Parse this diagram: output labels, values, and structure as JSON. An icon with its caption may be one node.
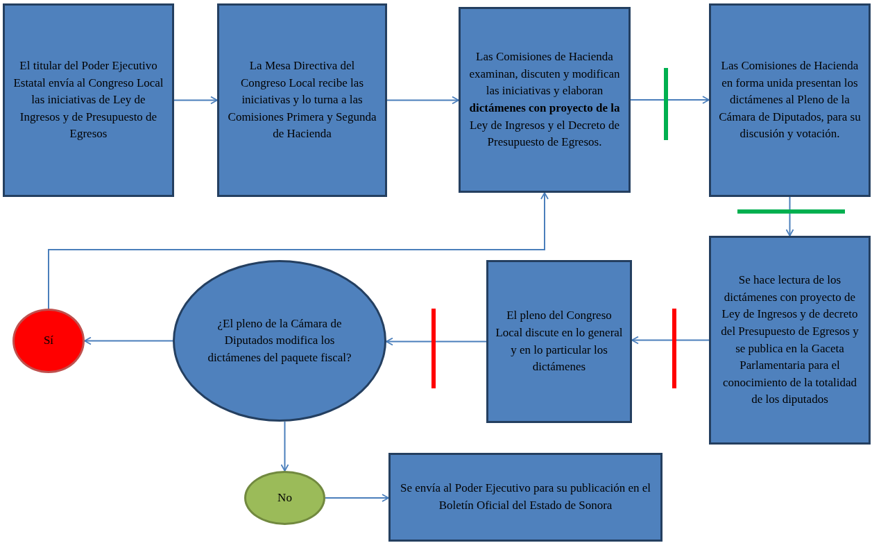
{
  "diagram": {
    "nodes": [
      {
        "text": [
          "El titular del Poder Ejecutivo Estatal envía al Congreso Local las iniciativas de Ley de Ingresos y de Presupuesto de Egresos"
        ]
      },
      {
        "text": [
          "La Mesa Directiva del Congreso Local recibe las iniciativas y lo turna a las Comisiones Primera y Segunda de Hacienda"
        ]
      },
      {
        "text": [
          "Las Comisiones de Hacienda examinan, discuten y modifican las iniciativas y elaboran **dictámenes con proyecto de la** Ley de Ingresos y el Decreto de Presupuesto de Egresos."
        ]
      },
      {
        "text": [
          "Las Comisiones de Hacienda en forma unida presentan los dictámenes al Pleno de la Cámara de Diputados, para su discusión y votación."
        ]
      },
      {
        "text": [
          "Se hace lectura de los dictámenes con proyecto de Ley de Ingresos y de decreto del Presupuesto de Egresos y se publica en la Gaceta Parlamentaria para el conocimiento de la totalidad de los diputados"
        ]
      },
      {
        "text": [
          "El pleno del Congreso Local discute en lo general y en lo particular los dictámenes"
        ]
      },
      {
        "text": [
          "¿El pleno de la Cámara de Diputados modifica los dictámenes del paquete fiscal?"
        ]
      },
      {
        "text": [
          "Sí"
        ]
      },
      {
        "text": [
          "No"
        ]
      },
      {
        "text": [
          "Se envía al Poder Ejecutivo para su publicación en el Boletín Oficial del Estado de Sonora"
        ]
      }
    ],
    "edges": [
      {
        "from": 0,
        "to": 1,
        "arrow": "to"
      },
      {
        "from": 1,
        "to": 2,
        "arrow": "to"
      },
      {
        "from": 2,
        "to": 3,
        "arrow": "to"
      },
      {
        "from": 3,
        "to": 4,
        "arrow": "to"
      },
      {
        "from": 4,
        "to": 5,
        "arrow": "to"
      },
      {
        "from": 5,
        "to": 6,
        "arrow": "to"
      },
      {
        "from": 6,
        "to": 7,
        "arrow": "to"
      },
      {
        "from": 7,
        "to": 2,
        "arrow": "to"
      },
      {
        "from": 6,
        "to": 8,
        "arrow": "to"
      },
      {
        "from": 8,
        "to": 9,
        "arrow": "to"
      }
    ]
  }
}
